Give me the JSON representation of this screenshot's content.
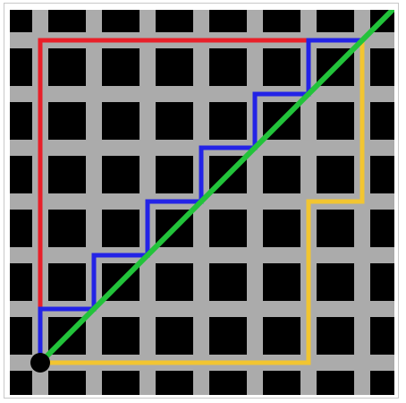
{
  "diagram": {
    "kind": "manhattan-vs-euclidean-distance",
    "grid": {
      "columns": 7,
      "rows": 7,
      "background_color": "#000000",
      "street_color": "#ababab"
    },
    "endpoints": [
      {
        "name": "start",
        "corner": "bottom-left",
        "color": "#000000"
      },
      {
        "name": "end",
        "corner": "top-right",
        "color": "#000000"
      }
    ],
    "paths": [
      {
        "id": "red",
        "color": "#e8202a",
        "kind": "taxicab",
        "steps": [
          "up",
          "up",
          "up",
          "up",
          "up",
          "up",
          "right",
          "right",
          "right",
          "right",
          "right",
          "right"
        ]
      },
      {
        "id": "blue",
        "color": "#2323e6",
        "kind": "taxicab",
        "steps": [
          "up",
          "right",
          "up",
          "right",
          "up",
          "right",
          "up",
          "right",
          "up",
          "right",
          "up",
          "right"
        ]
      },
      {
        "id": "yellow",
        "color": "#f2c531",
        "kind": "taxicab",
        "steps": [
          "right",
          "right",
          "right",
          "right",
          "right",
          "up",
          "up",
          "up",
          "right",
          "up",
          "up",
          "up"
        ]
      },
      {
        "id": "green",
        "color": "#22c33a",
        "kind": "euclidean",
        "steps": []
      }
    ]
  }
}
